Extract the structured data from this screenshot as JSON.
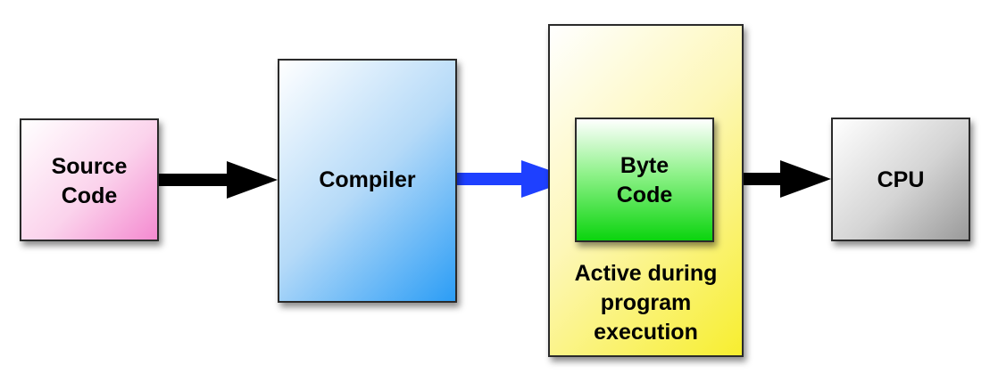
{
  "nodes": {
    "source_code": "Source\nCode",
    "compiler": "Compiler",
    "byte_code": "Byte\nCode",
    "runtime_note": "Active during\nprogram\nexecution",
    "cpu": "CPU"
  },
  "colors": {
    "source_fill": "#f48ad0",
    "compiler_fill": "#2b9df6",
    "runtime_fill": "#f7ee2f",
    "bytecode_fill": "#0bd40e",
    "cpu_fill": "#9a9a9a",
    "arrow_black": "#000000",
    "arrow_blue": "#1e40ff"
  },
  "edges": [
    {
      "from": "Source Code",
      "to": "Compiler",
      "color": "black"
    },
    {
      "from": "Compiler",
      "to": "Byte Code",
      "color": "blue"
    },
    {
      "from": "Byte Code",
      "to": "CPU",
      "color": "black"
    }
  ]
}
